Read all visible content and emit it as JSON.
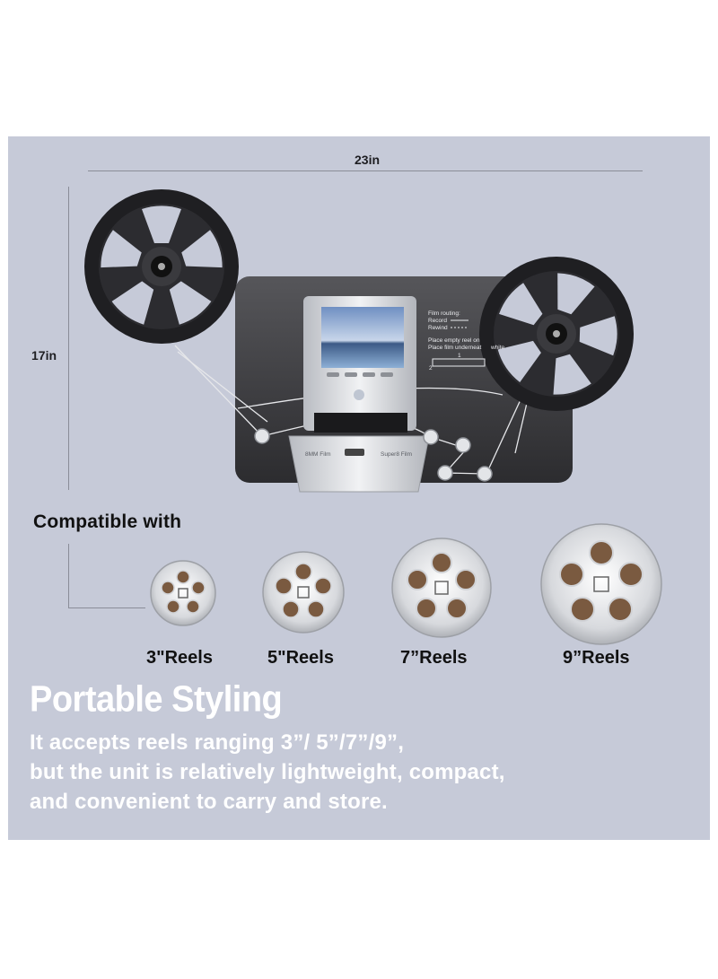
{
  "dimensions": {
    "width_label": "23in",
    "height_label": "17in"
  },
  "device": {
    "film_routing_title": "Film routing:",
    "record_label": "Record",
    "rewind_label": "Rewind",
    "place_empty_reel": "Place empty reel on",
    "place_film": "Place film underneat",
    "white_label": "white",
    "film_8mm_label": "8MM Film",
    "film_super8_label": "Super8 Film",
    "step_1": "1",
    "step_2": "2"
  },
  "compatible": {
    "heading": "Compatible with",
    "reels": [
      {
        "label": "3\"Reels"
      },
      {
        "label": "5\"Reels"
      },
      {
        "label": "7”Reels"
      },
      {
        "label": "9”Reels"
      }
    ]
  },
  "feature": {
    "headline": "Portable Styling",
    "lines": [
      "It accepts reels ranging 3”/ 5”/7”/9”,",
      "but the unit is relatively lightweight, compact,",
      "and convenient to carry and store."
    ]
  },
  "colors": {
    "panel": "#c6cad8",
    "device_body": "#3c3c3f",
    "reel": "#1f1f22",
    "silver": "#d2d4d8",
    "reel_inner": "#7a5a40"
  }
}
